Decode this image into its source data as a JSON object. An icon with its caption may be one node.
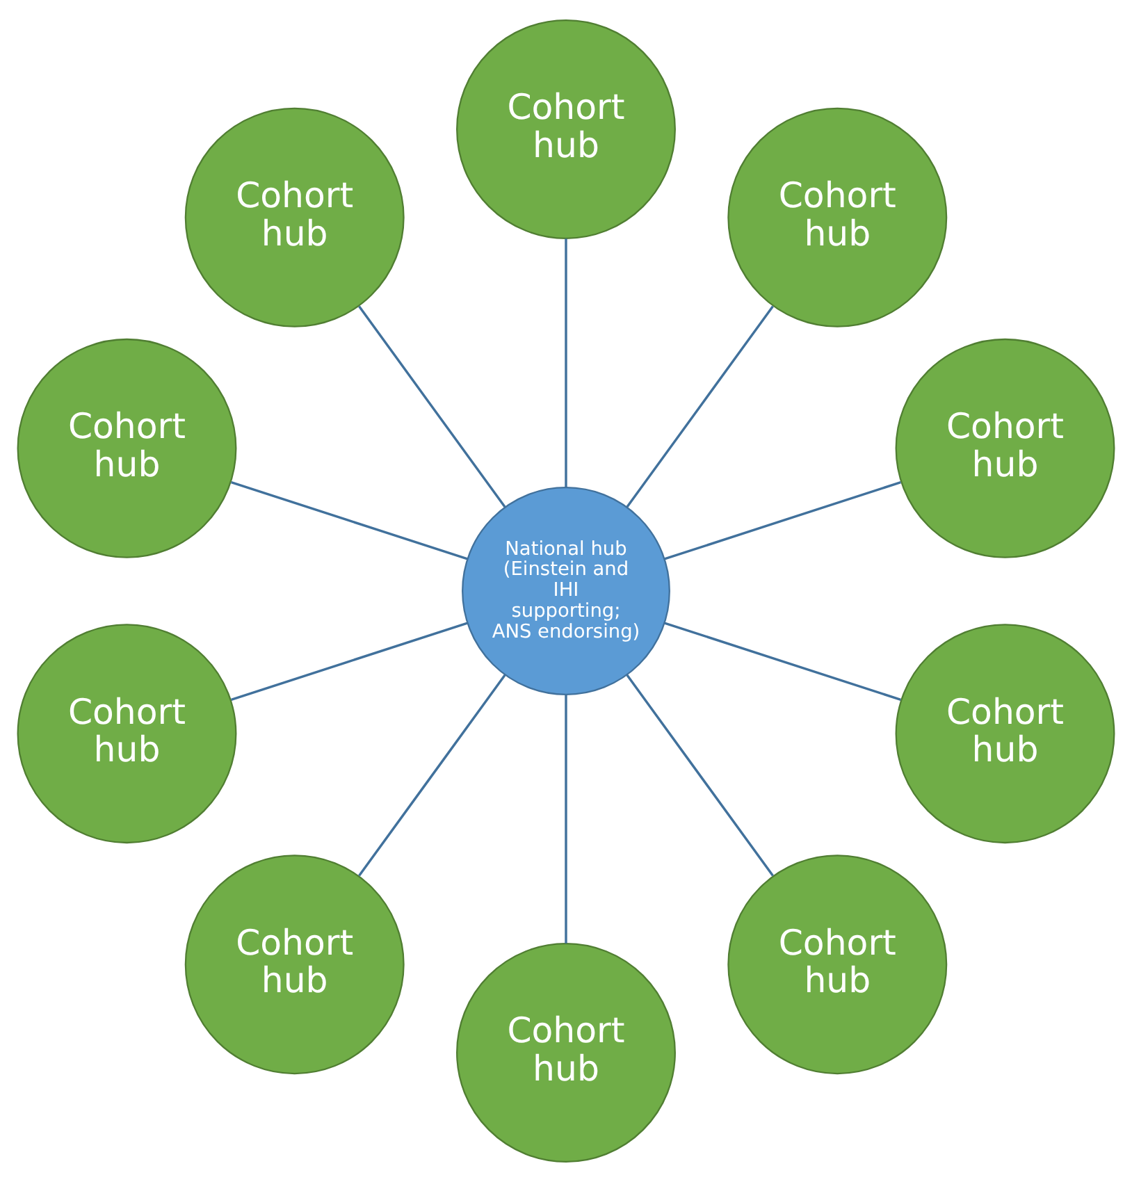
{
  "diagram": {
    "nodes": [
      {
        "text": [
          "Cohort hub"
        ]
      },
      {
        "text": [
          "Cohort hub"
        ]
      },
      {
        "text": [
          "Cohort hub"
        ]
      },
      {
        "text": [
          "Cohort hub"
        ]
      },
      {
        "text": [
          "Cohort hub"
        ]
      },
      {
        "text": [
          "National hub (Einstein and IHI supporting; ANS endorsing)"
        ]
      },
      {
        "text": [
          "Cohort hub"
        ]
      },
      {
        "text": [
          "Cohort hub"
        ]
      },
      {
        "text": [
          "Cohort hub"
        ]
      },
      {
        "text": [
          "Cohort hub"
        ]
      },
      {
        "text": [
          "Cohort hub"
        ]
      }
    ],
    "edges": [
      {
        "from": 5,
        "to": 0,
        "arrow": "none"
      },
      {
        "from": 5,
        "to": 2,
        "arrow": "none"
      },
      {
        "from": 5,
        "to": 4,
        "arrow": "none"
      },
      {
        "from": 5,
        "to": 7,
        "arrow": "none"
      },
      {
        "from": 5,
        "to": 9,
        "arrow": "none"
      },
      {
        "from": 5,
        "to": 10,
        "arrow": "none"
      },
      {
        "from": 5,
        "to": 8,
        "arrow": "none"
      },
      {
        "from": 5,
        "to": 6,
        "arrow": "none"
      },
      {
        "from": 5,
        "to": 3,
        "arrow": "none"
      },
      {
        "from": 5,
        "to": 1,
        "arrow": "none"
      }
    ]
  }
}
